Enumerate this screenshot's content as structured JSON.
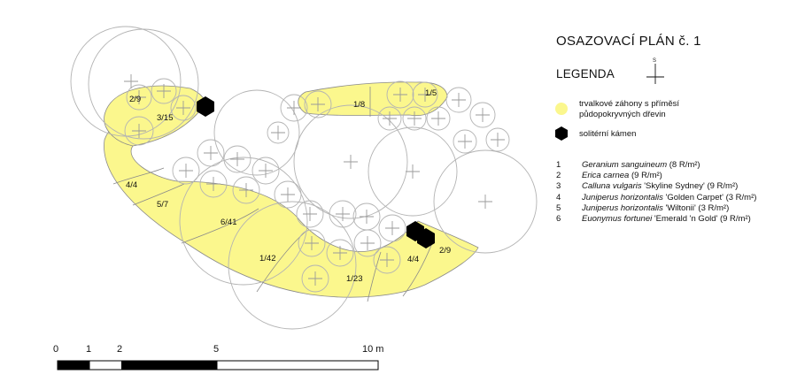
{
  "title": "OSAZOVACÍ PLÁN č. 1",
  "legend_heading": "LEGENDA",
  "north_label": "S",
  "legend": {
    "perennial_beds": {
      "label_line1": "trvalkové záhony s příměsí",
      "label_line2": "půdopokryvných dřevin",
      "color": "#fbf78d"
    },
    "stone": {
      "label": "solitérní kámen",
      "color": "#000000"
    }
  },
  "plants": [
    {
      "num": "1",
      "latin": "Geranium sanguineum",
      "cultivar": "",
      "density": "(8 R/m²)"
    },
    {
      "num": "2",
      "latin": "Erica carnea",
      "cultivar": "",
      "density": "(9 R/m²)"
    },
    {
      "num": "3",
      "latin": "Calluna vulgaris",
      "cultivar": "'Skyline Sydney'",
      "density": "(9 R/m²)"
    },
    {
      "num": "4",
      "latin": "Juniperus horizontalis",
      "cultivar": "'Golden Carpet'",
      "density": "(3 R/m²)"
    },
    {
      "num": "5",
      "latin": "Juniperus horizontalis",
      "cultivar": "'Wiltonii'",
      "density": "(3 R/m²)"
    },
    {
      "num": "6",
      "latin": "Euonymus fortunei",
      "cultivar": "'Emerald 'n Gold'",
      "density": "(9 R/m²)"
    }
  ],
  "bed_labels": [
    "2/9",
    "3/15",
    "1/8",
    "1/5",
    "4/4",
    "5/7",
    "6/41",
    "1/42",
    "1/23",
    "4/4",
    "2/9"
  ],
  "scale": {
    "ticks": [
      "0",
      "1",
      "2",
      "5",
      "10 m"
    ]
  }
}
